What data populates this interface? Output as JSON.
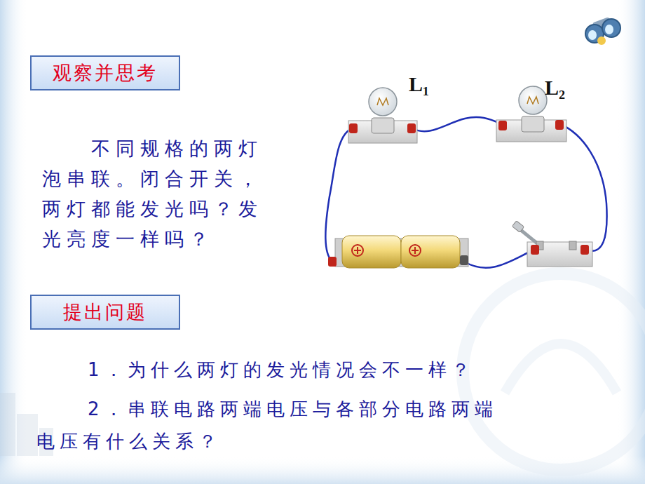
{
  "diagram": {
    "nodes": [
      {
        "text": [
          "观察并思考"
        ]
      },
      {
        "text": [
          "提出问题"
        ]
      }
    ],
    "labels": [
      "L₁",
      "L₂",
      "不同规格的两灯泡串联。闭合开关，两灯都能发光吗？发光亮度一样吗？",
      "1．为什么两灯的发光情况会不一样？",
      "2．串联电路两端电压与各部分电路两端电压有什么关系？"
    ]
  }
}
